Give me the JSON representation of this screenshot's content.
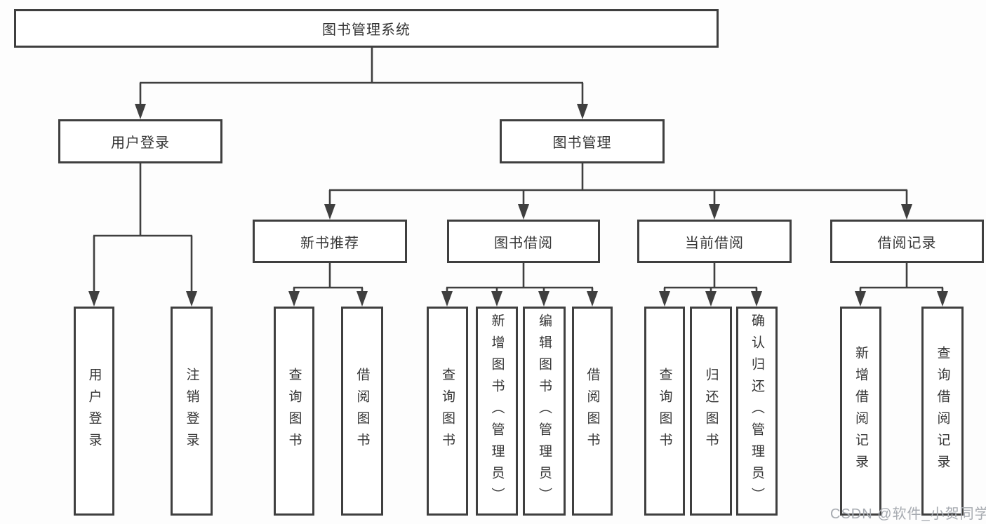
{
  "diagram": {
    "title": "图书管理系统",
    "watermark": "CSDN @软件_小贺同学",
    "colors": {
      "box_border": "#3f3f3f",
      "box_fill": "#ffffff",
      "line": "#3f3f3f",
      "text": "#353535",
      "watermark_text": "#a6aab0"
    },
    "tree": {
      "label": "图书管理系统",
      "children": [
        {
          "label": "用户登录",
          "children": [
            {
              "label": "用户登录"
            },
            {
              "label": "注销登录"
            }
          ]
        },
        {
          "label": "图书管理",
          "children": [
            {
              "label": "新书推荐",
              "children": [
                {
                  "label": "查询图书"
                },
                {
                  "label": "借阅图书"
                }
              ]
            },
            {
              "label": "图书借阅",
              "children": [
                {
                  "label": "查询图书"
                },
                {
                  "label": "新增图书（管理员）"
                },
                {
                  "label": "编辑图书（管理员）"
                },
                {
                  "label": "借阅图书"
                }
              ]
            },
            {
              "label": "当前借阅",
              "children": [
                {
                  "label": "查询图书"
                },
                {
                  "label": "归还图书"
                },
                {
                  "label": "确认归还（管理员）"
                }
              ]
            },
            {
              "label": "借阅记录",
              "children": [
                {
                  "label": "新增借阅记录"
                },
                {
                  "label": "查询借阅记录"
                }
              ]
            }
          ]
        }
      ]
    }
  }
}
